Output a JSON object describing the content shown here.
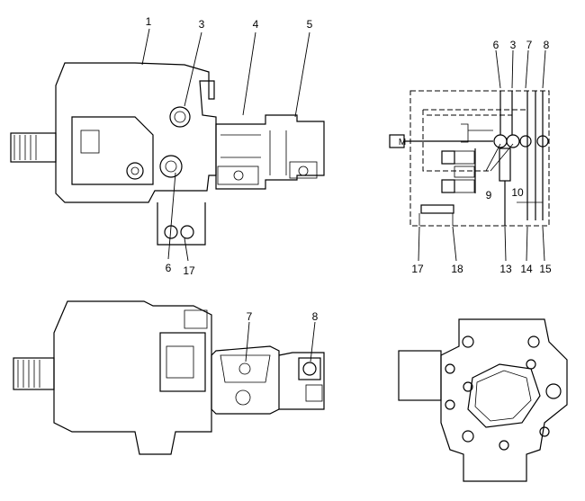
{
  "views": {
    "top_left": {
      "callouts": [
        "1",
        "3",
        "4",
        "5",
        "6",
        "17"
      ]
    },
    "schematic": {
      "motor_label": "M",
      "callouts_top": [
        "6",
        "3",
        "7",
        "8"
      ],
      "callouts_inner": [
        "9",
        "10"
      ],
      "callouts_bottom": [
        "17",
        "18",
        "13",
        "14",
        "15"
      ]
    },
    "bottom_left": {
      "callouts": [
        "7",
        "8"
      ]
    }
  }
}
